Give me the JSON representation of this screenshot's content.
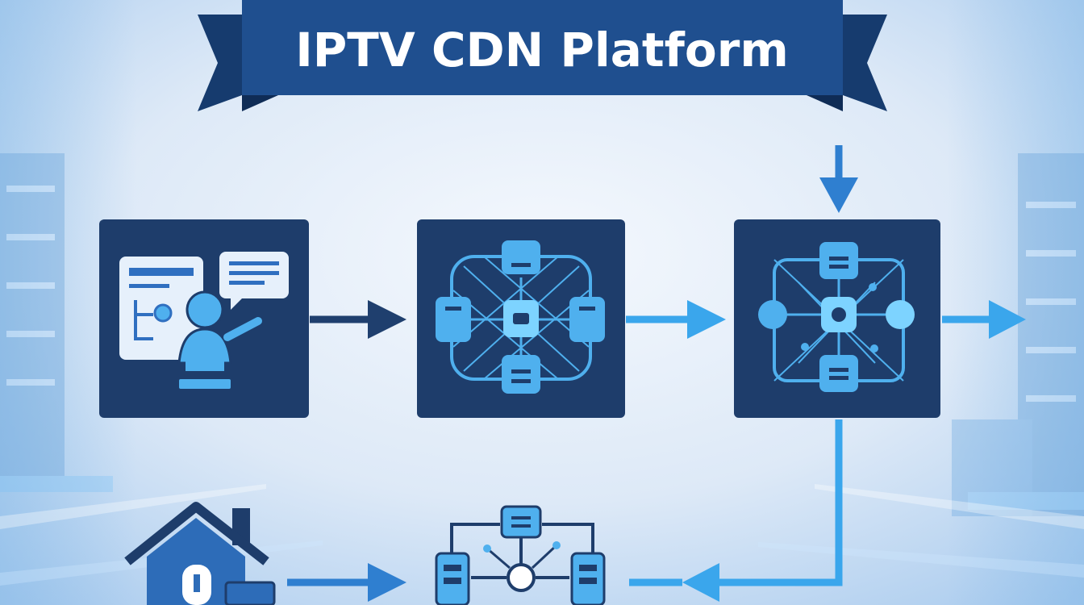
{
  "title": "IPTV CDN Platform",
  "colors": {
    "background_light": "#e8f1fb",
    "background_blue": "#b9d6f2",
    "banner": "#1f4f8f",
    "banner_dark": "#163b6e",
    "banner_text": "#ffffff",
    "node_box": "#1e3d6b",
    "icon_light": "#4fb0ee",
    "icon_bright": "#7dd3ff",
    "arrow_dark": "#1f3f6e",
    "arrow_light": "#3aa6ec",
    "arrow_mid": "#2f7fd0",
    "house": "#2d6cb8"
  },
  "nodes": [
    {
      "id": "source",
      "icon": "presenter-screen-icon"
    },
    {
      "id": "central-hub",
      "icon": "network-hub-icon"
    },
    {
      "id": "edge-node",
      "icon": "edge-network-icon"
    },
    {
      "id": "access-node",
      "icon": "distribution-network-icon"
    },
    {
      "id": "home",
      "icon": "house-icon"
    }
  ],
  "connections": [
    {
      "from": "source",
      "to": "central-hub"
    },
    {
      "from": "central-hub",
      "to": "edge-node"
    },
    {
      "from": "upstream",
      "to": "edge-node"
    },
    {
      "from": "edge-node",
      "to": "downstream"
    },
    {
      "from": "edge-node",
      "to": "access-node"
    },
    {
      "from": "home",
      "to": "access-node"
    }
  ]
}
